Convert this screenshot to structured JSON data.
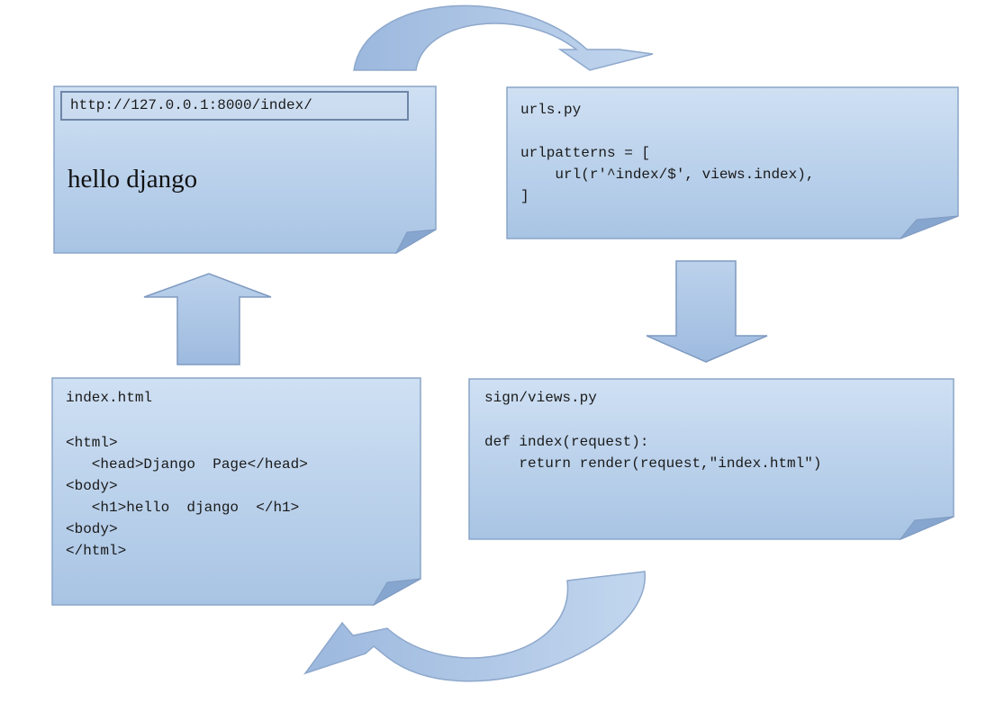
{
  "colors": {
    "note_fill_top": "#cfe0f3",
    "note_fill_bottom": "#a8c4e4",
    "note_border": "#8aa5c8",
    "arrow_fill": "#a9c3e3",
    "arrow_border": "#7f9ac0"
  },
  "browser": {
    "url": "http://127.0.0.1:8000/index/",
    "page_text": "hello django"
  },
  "urls_note": {
    "title": "urls.py",
    "lines": [
      "urlpatterns = [",
      "    url(r'^index/$', views.index),",
      "]"
    ]
  },
  "views_note": {
    "title": "sign/views.py",
    "lines": [
      "def index(request):",
      "    return render(request,\"index.html\")"
    ]
  },
  "template_note": {
    "title": "index.html",
    "lines": [
      "<html>",
      "   <head>Django  Page</head>",
      "<body>",
      "   <h1>hello  django  </h1>",
      "<body>",
      "</html>"
    ]
  }
}
